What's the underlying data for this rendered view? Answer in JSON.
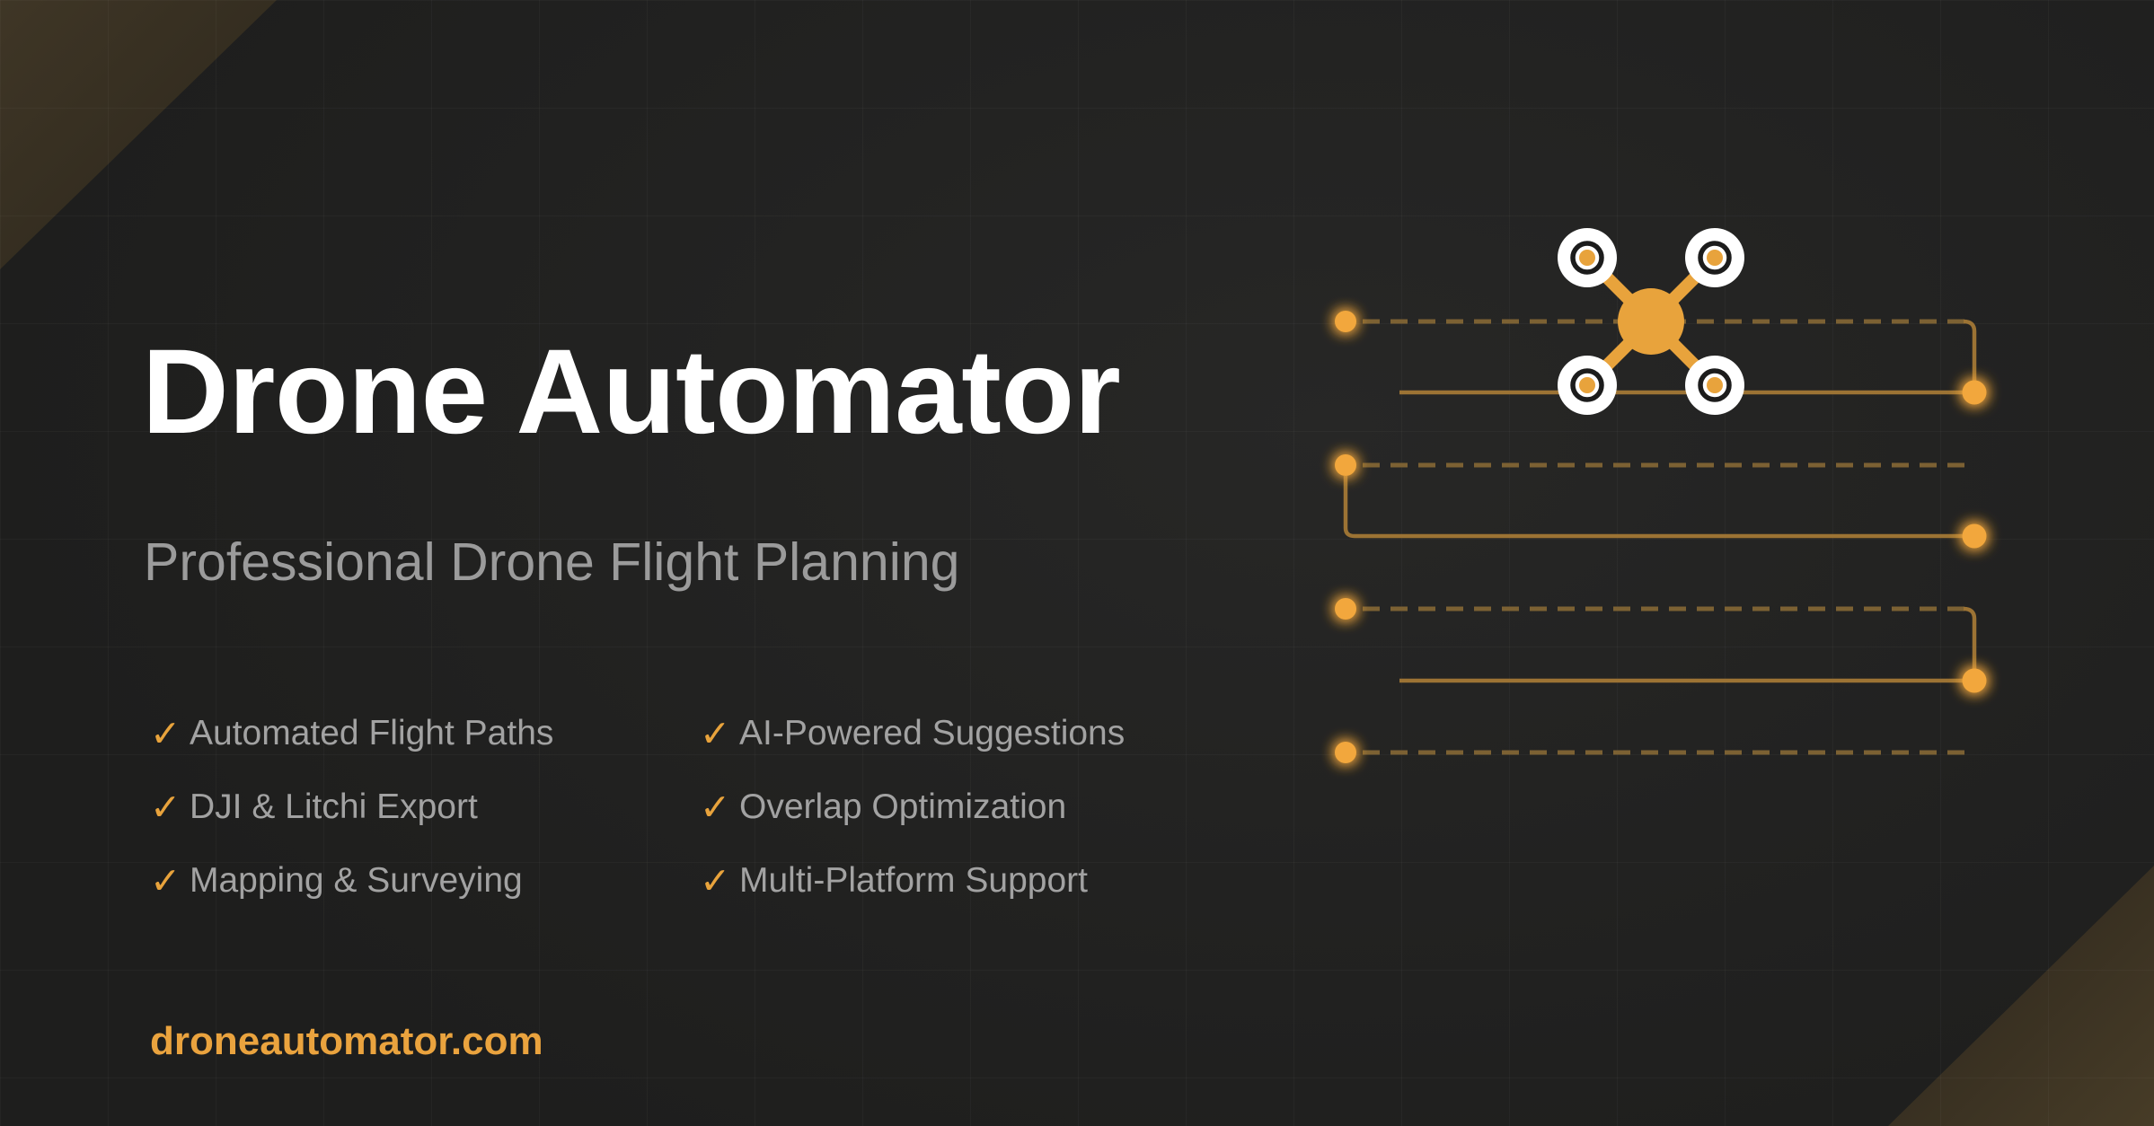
{
  "brand": {
    "title": "Drone Automator",
    "subtitle": "Professional Drone Flight Planning",
    "website": "droneautomator.com"
  },
  "features": {
    "check_icon": "✓",
    "columns": [
      [
        "Automated Flight Paths",
        "DJI & Litchi Export",
        "Mapping & Surveying"
      ],
      [
        "AI-Powered Suggestions",
        "Overlap Optimization",
        "Multi-Platform Support"
      ]
    ]
  },
  "illustration": {
    "name": "drone-flight-path",
    "dashed_waypoint_rows": 4,
    "solid_return_lines": 3,
    "left_waypoints": 4,
    "right_waypoints": 3
  },
  "colors": {
    "background": "#222221",
    "corner_olive": "#3f3626",
    "title_text": "#ffffff",
    "subtitle_text": "#9b9b9b",
    "feature_text": "#a2a2a2",
    "accent_orange": "#e8a33c",
    "waypoint_dot": "#f2a73e",
    "dashed_path": "#7c6133",
    "solid_path": "#9c7334",
    "rotor_ring": "#1c1c1c",
    "rotor_white": "#ffffff"
  }
}
